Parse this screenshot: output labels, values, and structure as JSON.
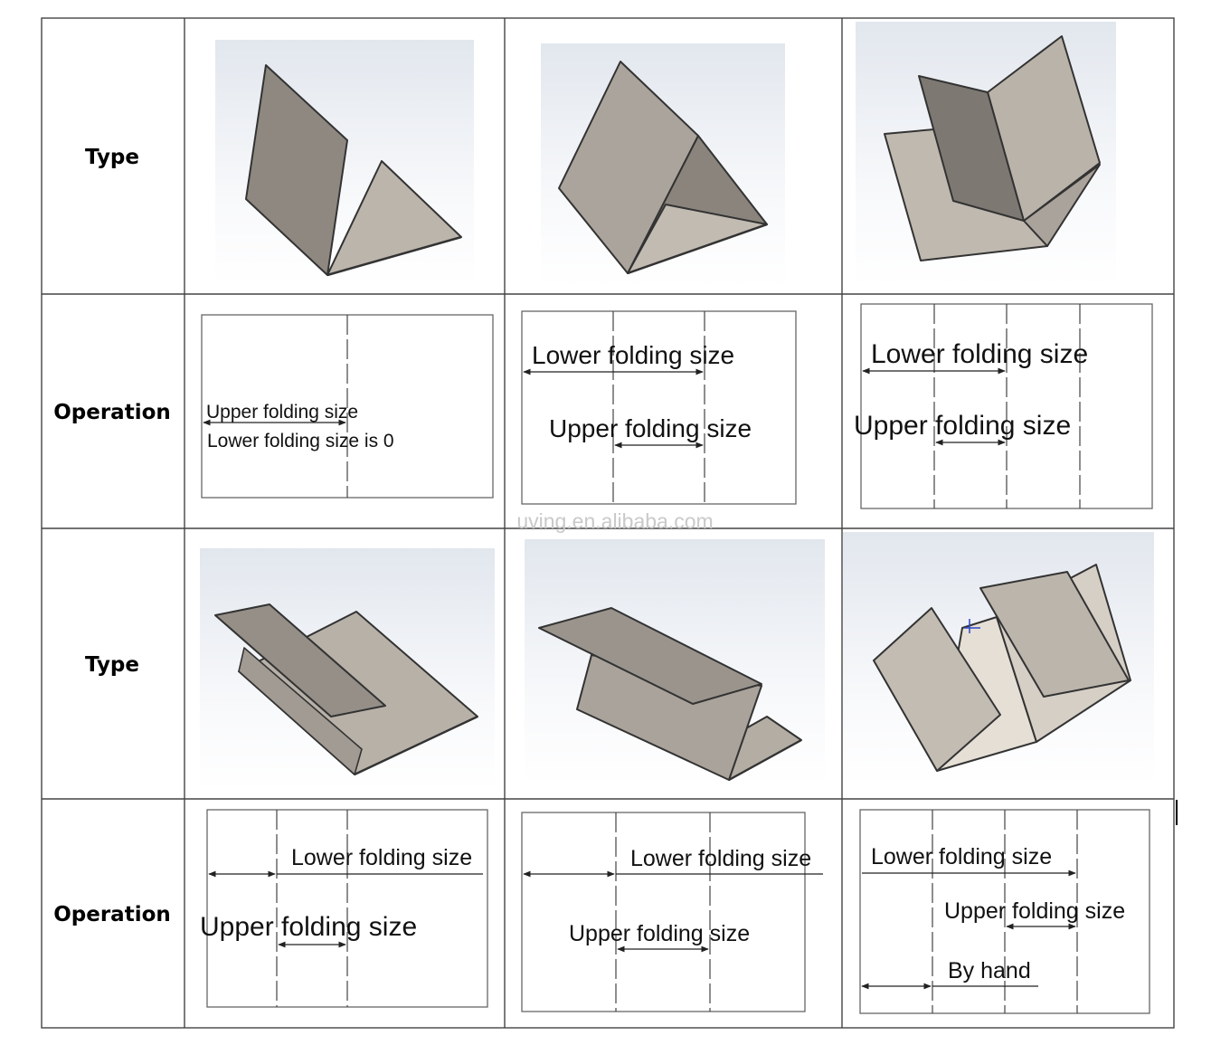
{
  "row_labels": {
    "type_1": "Type",
    "operation_1": "Operation",
    "type_2": "Type",
    "operation_2": "Operation"
  },
  "op_texts": {
    "c1_upper": "Upper folding size",
    "c1_lower": "Lower folding size is 0",
    "c2_lower": "Lower folding size",
    "c2_upper": "Upper folding size",
    "c3_lower": "Lower folding size",
    "c3_upper": "Upper folding size",
    "c4_lower": "Lower folding size",
    "c4_upper": "Upper folding size",
    "c5_lower": "Lower folding size",
    "c5_upper": "Upper folding size",
    "c6_lower": "Lower folding size",
    "c6_upper": "Upper folding size",
    "c6_hand": "By hand"
  },
  "watermark": "uving.en.alibaba.com",
  "colors": {
    "panel_dark": "#8e8881",
    "panel_mid": "#aca59d",
    "panel_light": "#c0b9b0",
    "edge": "#333333",
    "grid": "#444444"
  }
}
